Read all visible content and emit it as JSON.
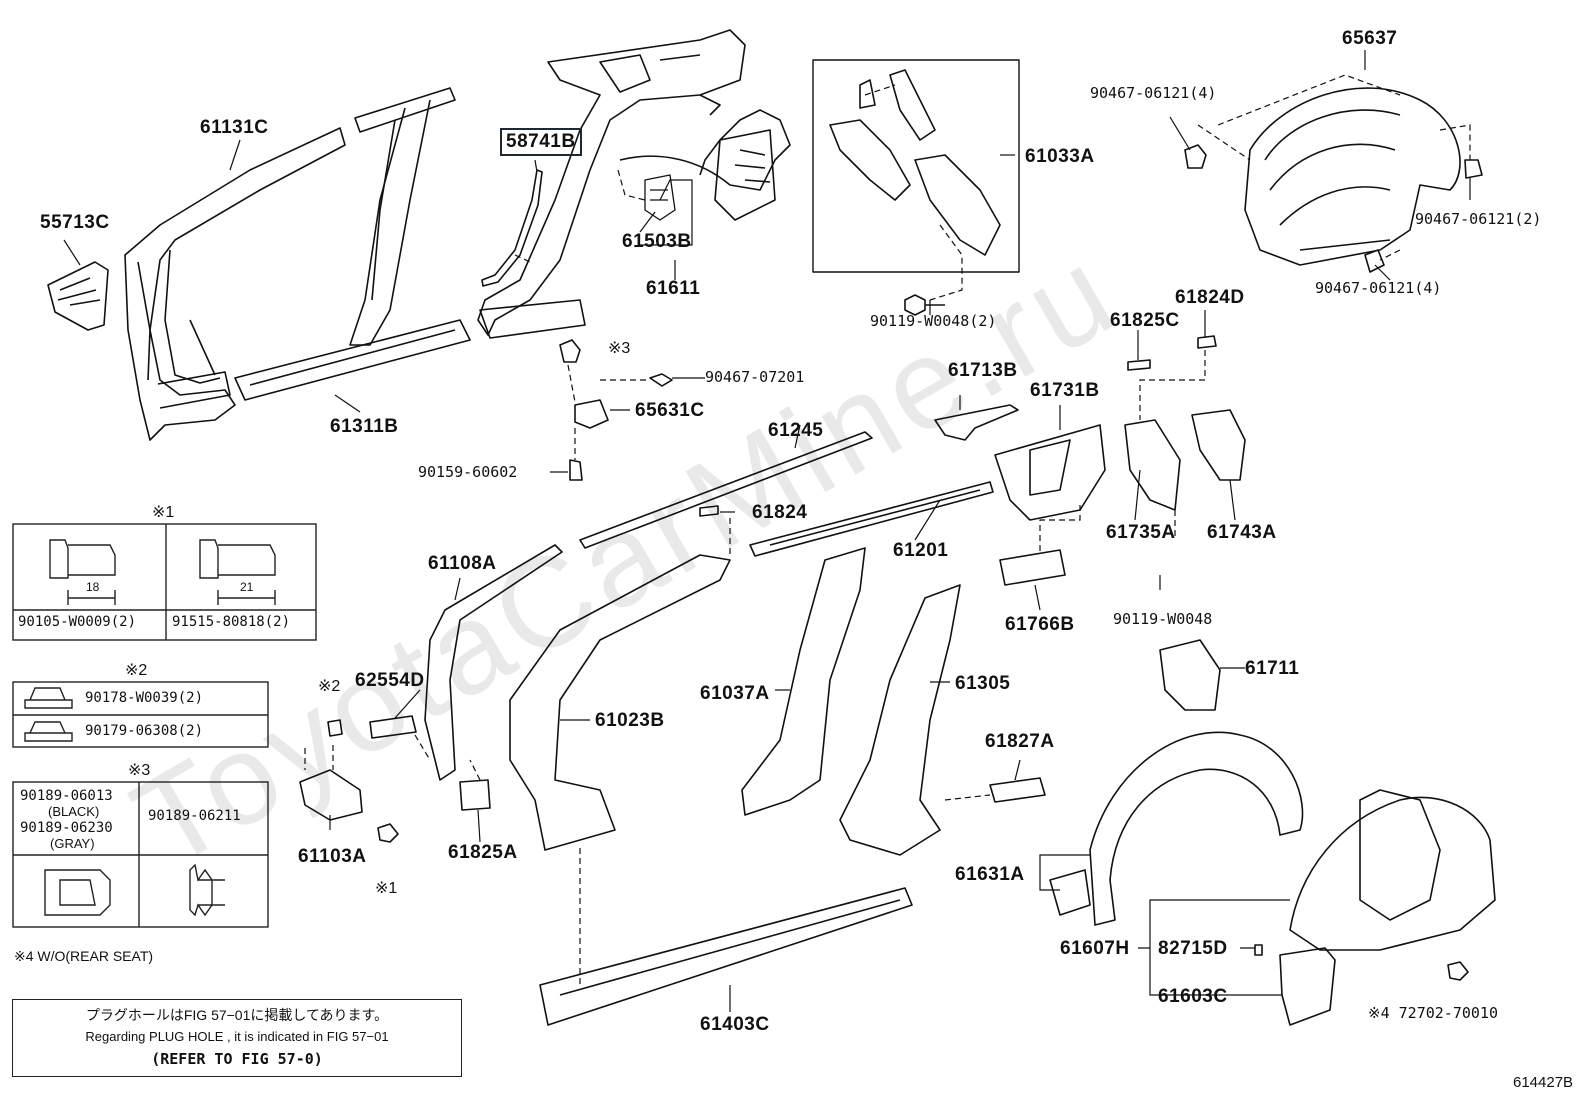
{
  "watermark": "ToyotaCarMine.ru",
  "figure_code": "614427B",
  "highlighted_part": "58741B",
  "parts": {
    "p55713C": "55713C",
    "p61131C": "61131C",
    "p58741B": "58741B",
    "p61503B": "61503B",
    "p61611": "61611",
    "p61311B": "61311B",
    "p61033A": "61033A",
    "p90119W0048_2": "90119-W0048(2)",
    "p65637": "65637",
    "p90467_06121_4a": "90467-06121(4)",
    "p90467_06121_2": "90467-06121(2)",
    "p90467_06121_4b": "90467-06121(4)",
    "p90467_07201": "90467-07201",
    "p65631C": "65631C",
    "p90159_60602": "90159-60602",
    "p61245": "61245",
    "p61713B": "61713B",
    "p61731B": "61731B",
    "p61825C": "61825C",
    "p61824D": "61824D",
    "p61824": "61824",
    "p61201": "61201",
    "p61735A": "61735A",
    "p61743A": "61743A",
    "p61766B": "61766B",
    "p90119W0048": "90119-W0048",
    "p61108A": "61108A",
    "p62554D": "62554D",
    "p61023B": "61023B",
    "p61037A": "61037A",
    "p61305": "61305",
    "p61711": "61711",
    "p61827A": "61827A",
    "p61103A": "61103A",
    "p61825A": "61825A",
    "p61631A": "61631A",
    "p61607H": "61607H",
    "p82715D": "82715D",
    "p61603C": "61603C",
    "p61403C": "61403C",
    "p72702_70010": "※4 72702-70010"
  },
  "markers": {
    "m3": "※3",
    "m2": "※2",
    "m1": "※1"
  },
  "table1": {
    "title": "※1",
    "cells": [
      "90105-W0009(2)",
      "91515-80818(2)"
    ],
    "dims": [
      "18",
      "21"
    ]
  },
  "table2": {
    "title": "※2",
    "rows": [
      "90178-W0039(2)",
      "90179-06308(2)"
    ]
  },
  "table3": {
    "title": "※3",
    "left_lines": [
      "90189-06013",
      "(BLACK)",
      "90189-06230",
      "(GRAY)"
    ],
    "right": "90189-06211"
  },
  "note4": "※4 W/O(REAR SEAT)",
  "reference": {
    "jp": "プラグホールはFIG 57−01に掲載してあります。",
    "en": "Regarding  PLUG  HOLE , it is indicated in FIG 57−01",
    "refer": "(REFER TO FIG 57-0)"
  }
}
